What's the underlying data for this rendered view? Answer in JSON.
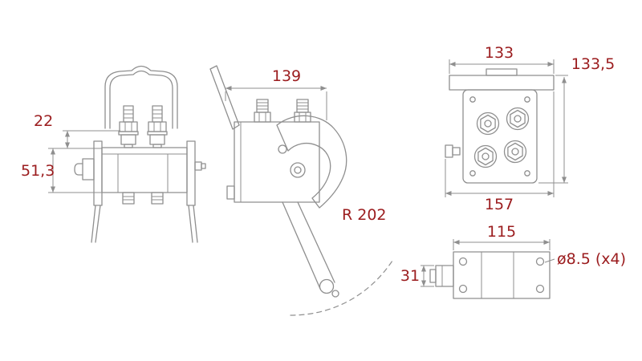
{
  "drawing_type": "technical-dimension-drawing",
  "colors": {
    "dimension_text": "#9b1c1e",
    "line": "#8f8f8f",
    "background": "#ffffff"
  },
  "views": {
    "front_view": {
      "dim_gap": "22",
      "dim_height": "51,3"
    },
    "hook_side_view": {
      "dim_width": "139",
      "dim_radius": "R 202"
    },
    "valve_face_view": {
      "dim_top_width": "133",
      "dim_height": "133,5",
      "dim_bottom_width": "157"
    },
    "base_plate_view": {
      "dim_width": "115",
      "dim_side_height": "31",
      "dim_hole_note": "ø8.5 (x4)"
    }
  }
}
